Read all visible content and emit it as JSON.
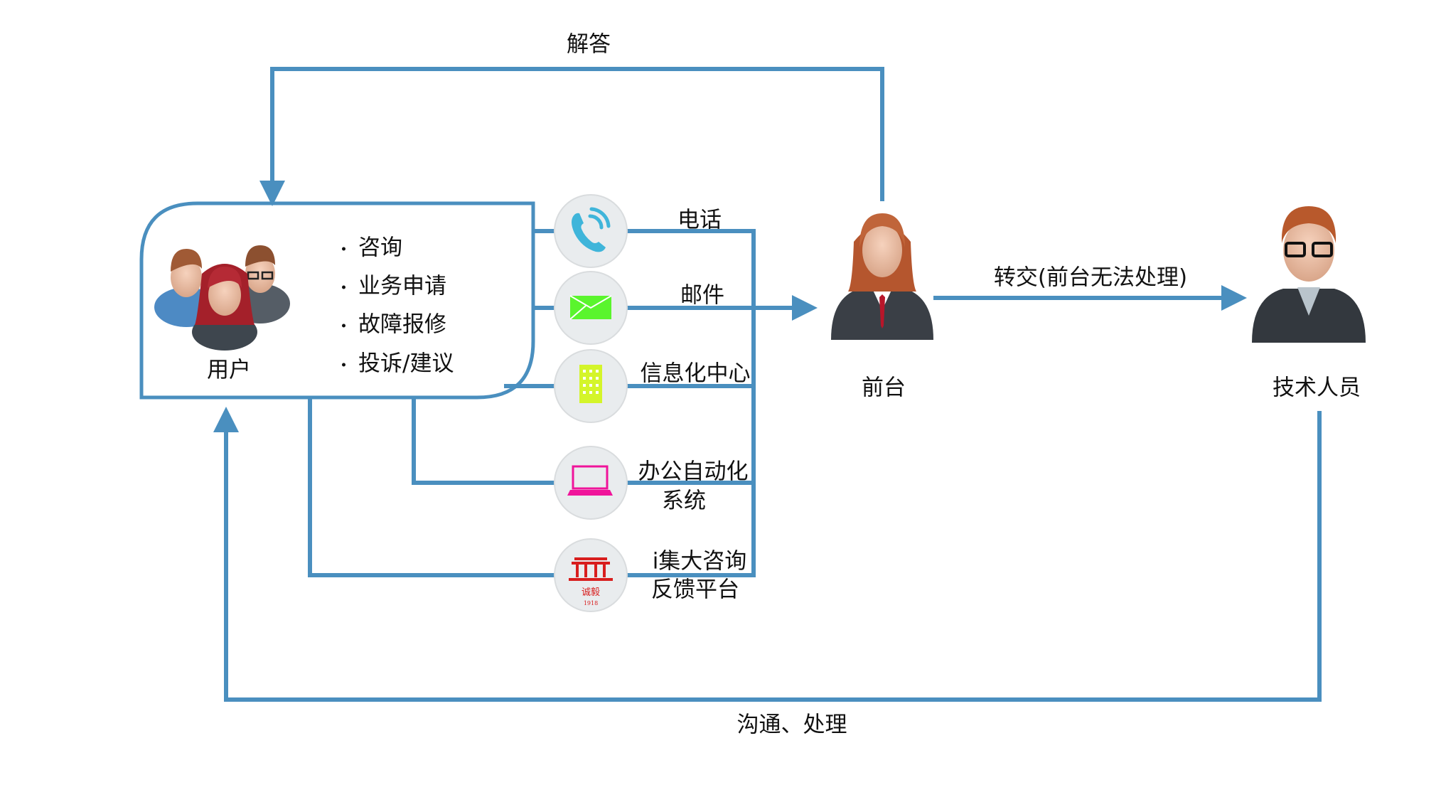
{
  "colors": {
    "line": "#4a8fbf",
    "circle": "#e9ecee",
    "phone": "#3fb5da",
    "mail": "#5af52d",
    "building": "#d4f52a",
    "laptop": "#f0149a",
    "seal": "#d81e1e"
  },
  "edges": {
    "answer": "解答",
    "transfer": "转交(前台无法处理)",
    "communicate": "沟通、处理"
  },
  "user": {
    "label": "用户",
    "requests": [
      "咨询",
      "业务申请",
      "故障报修",
      "投诉/建议"
    ]
  },
  "channels": [
    {
      "icon": "phone-icon",
      "label": [
        "电话"
      ]
    },
    {
      "icon": "mail-icon",
      "label": [
        "邮件"
      ]
    },
    {
      "icon": "building-icon",
      "label": [
        "信息化中心"
      ]
    },
    {
      "icon": "laptop-icon",
      "label": [
        "办公自动化",
        "系统"
      ]
    },
    {
      "icon": "seal-logo-icon",
      "label": [
        "i集大咨询",
        "反馈平台"
      ],
      "logo_text": [
        "诚毅",
        "1918"
      ]
    }
  ],
  "front_desk": {
    "label": "前台"
  },
  "tech_staff": {
    "label": "技术人员"
  }
}
